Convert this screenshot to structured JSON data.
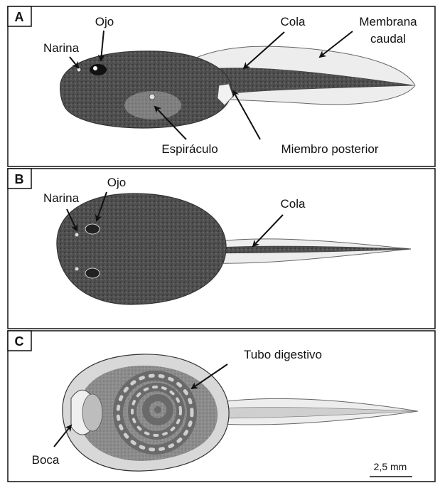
{
  "panels": [
    {
      "letter": "A",
      "labels": {
        "narina": "Narina",
        "ojo": "Ojo",
        "cola": "Cola",
        "membrana_line1": "Membrana",
        "membrana_line2": "caudal",
        "espiraculo": "Espiráculo",
        "miembro": "Miembro posterior"
      }
    },
    {
      "letter": "B",
      "labels": {
        "narina": "Narina",
        "ojo": "Ojo",
        "cola": "Cola"
      }
    },
    {
      "letter": "C",
      "labels": {
        "tubo": "Tubo digestivo",
        "boca": "Boca"
      }
    }
  ],
  "scale_bar": {
    "label": "2,5 mm"
  },
  "colors": {
    "border": "#111111",
    "body_dark": "#4a4a4a",
    "body_mid": "#6e6e6e",
    "membrane": "#e6e6e6",
    "outline": "#555555",
    "gut": "#9a9a9a",
    "gut_light": "#c8c8c8"
  }
}
